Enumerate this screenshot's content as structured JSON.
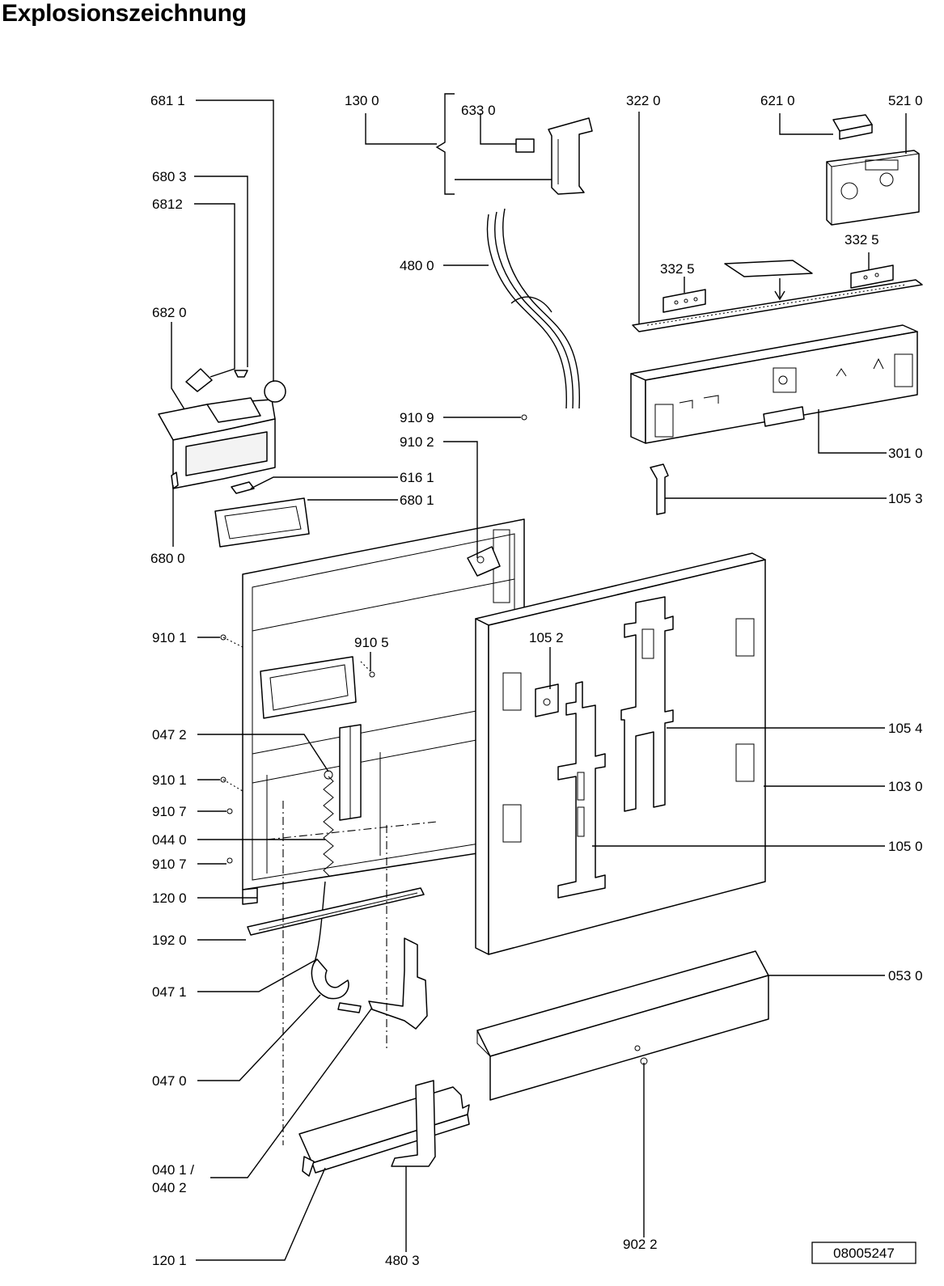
{
  "title": "Explosionszeichnung",
  "document_number": "08005247",
  "labels": {
    "l6811": "681 1",
    "l6803": "680 3",
    "l6812": "6812",
    "l6820": "682 0",
    "l6161": "616 1",
    "l6801": "680 1",
    "l6800": "680 0",
    "l1300": "130 0",
    "l6330": "633 0",
    "l4800": "480 0",
    "l9109": "910 9",
    "l9102": "910 2",
    "l3220": "322  0",
    "l6210": "621 0",
    "l5210": "521 0",
    "l3325a": "332  5",
    "l3325b": "332  5",
    "l3010": "301 0",
    "l1053": "105 3",
    "l9101a": "910 1",
    "l9105": "910 5",
    "l1052": "105 2",
    "l1054": "105 4",
    "l0472": "047 2",
    "l9101b": "910 1",
    "l9107a": "910 7",
    "l0440": "044 0",
    "l9107b": "910 7",
    "l1200": "120 0",
    "l1030": "103 0",
    "l1050": "105 0",
    "l1920": "192 0",
    "l0471": "047 1",
    "l0530": "053 0",
    "l0470": "047 0",
    "l0401": "040 1 /",
    "l0402": "040 2",
    "l1201": "120 1",
    "l4803": "480 3",
    "l9022": "902 2"
  }
}
